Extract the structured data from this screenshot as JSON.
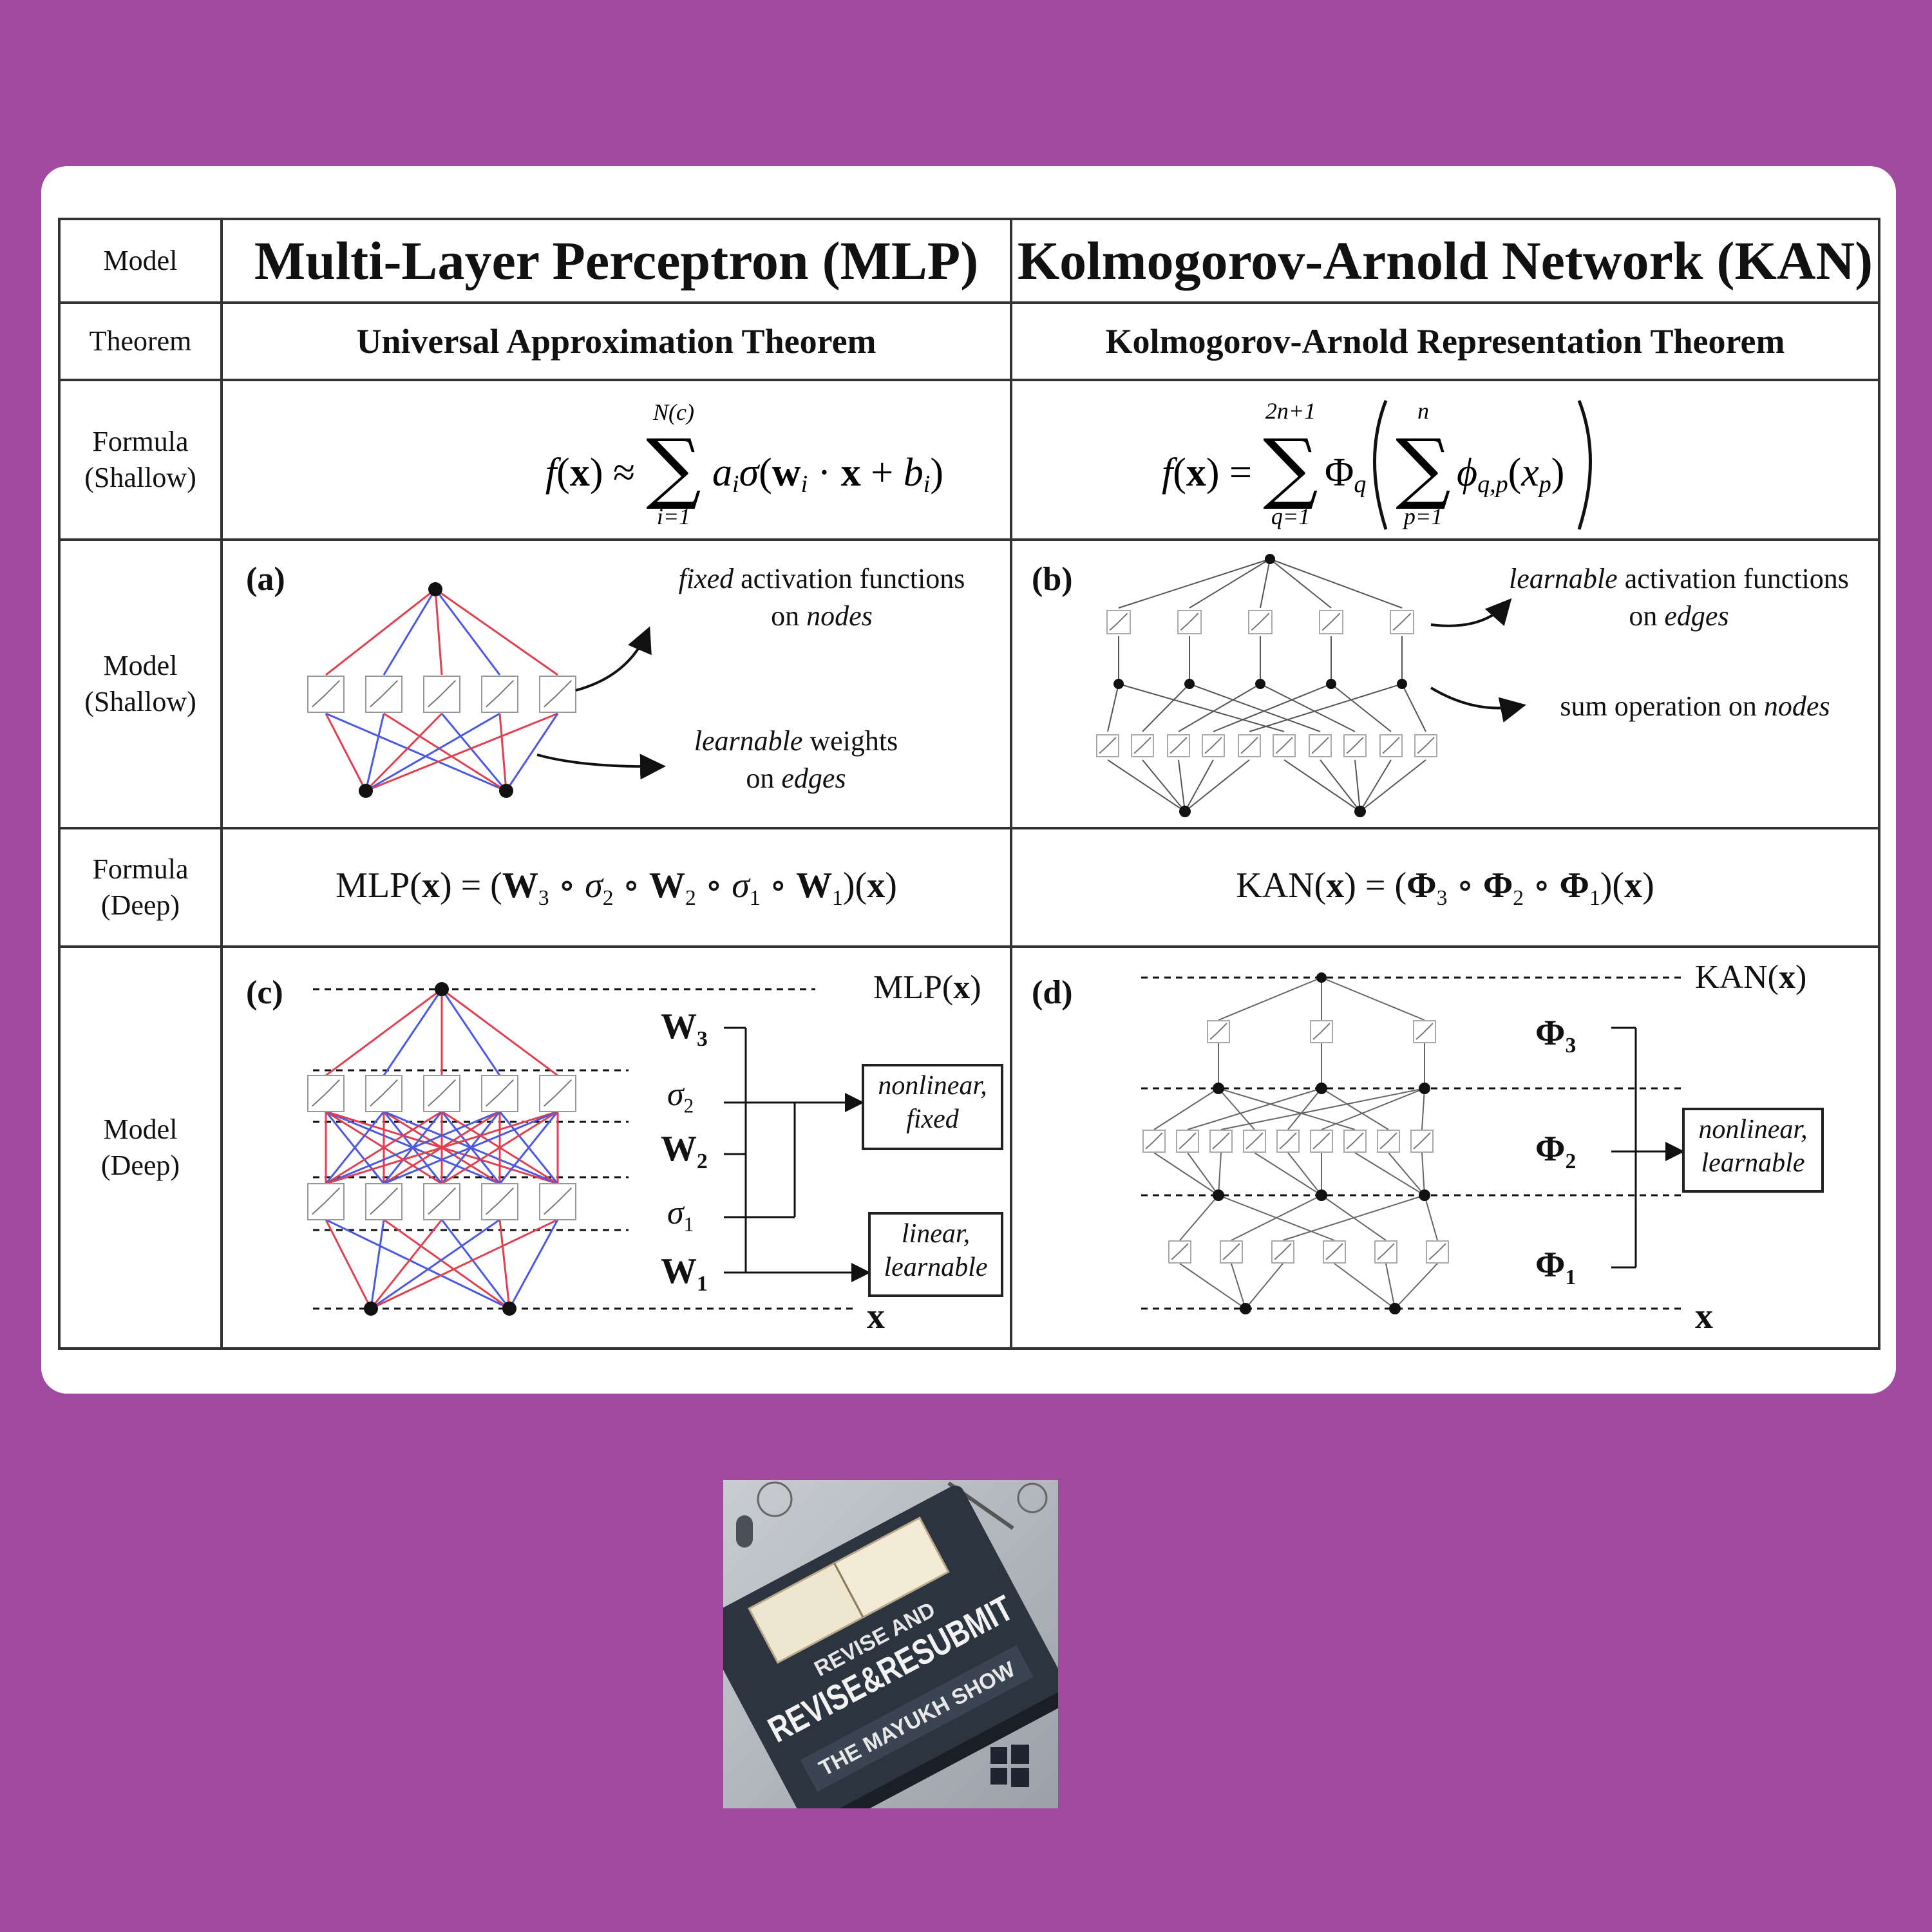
{
  "row_labels": {
    "model": "Model",
    "theorem": "Theorem",
    "formula_shallow": [
      "Formula",
      "(Shallow)"
    ],
    "model_shallow": [
      "Model",
      "(Shallow)"
    ],
    "formula_deep": [
      "Formula",
      "(Deep)"
    ],
    "model_deep": [
      "Model",
      "(Deep)"
    ]
  },
  "mlp": {
    "title": "Multi-Layer Perceptron (MLP)",
    "theorem": "Universal Approximation Theorem",
    "panel_a": {
      "tag": "(a)",
      "ann_fixed": [
        "fixed",
        " activation functions",
        "on ",
        "nodes"
      ],
      "ann_weights": [
        "learnable",
        " weights",
        "on ",
        "edges"
      ]
    },
    "panel_c": {
      "tag": "(c)",
      "output_label": "MLP(x)",
      "input_label": "x",
      "box_top": [
        "nonlinear,",
        "fixed"
      ],
      "box_bottom": [
        "linear,",
        "learnable"
      ]
    }
  },
  "kan": {
    "title": "Kolmogorov-Arnold Network (KAN)",
    "theorem": "Kolmogorov-Arnold Representation Theorem",
    "panel_b": {
      "tag": "(b)",
      "ann_learnable": [
        "learnable",
        " activation functions",
        "on ",
        "edges"
      ],
      "ann_sum": [
        "sum operation on ",
        "nodes"
      ]
    },
    "panel_d": {
      "tag": "(d)",
      "output_label": "KAN(x)",
      "input_label": "x",
      "box": [
        "nonlinear,",
        "learnable"
      ]
    }
  },
  "podcast_cover": {
    "line1": "REVISE AND",
    "line2": "REVISE&RESUBMIT",
    "line3": "THE MAYUKH SHOW"
  },
  "colors": {
    "background": "#a04aa0",
    "edge_red": "#e04050",
    "edge_blue": "#4b5ae0"
  }
}
